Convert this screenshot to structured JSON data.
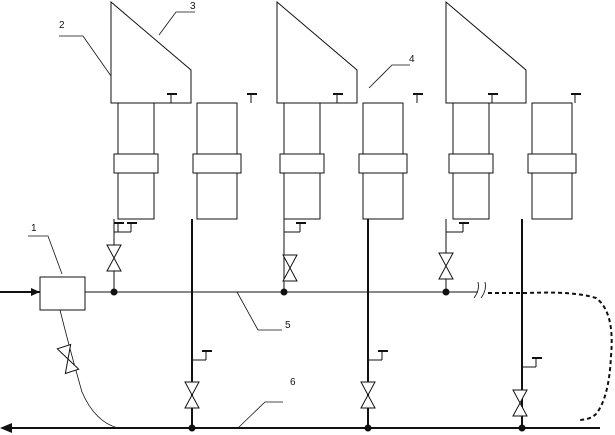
{
  "labels": {
    "l1": "1",
    "l2": "2",
    "l3": "3",
    "l4": "4",
    "l5": "5",
    "l6": "6"
  },
  "colors": {
    "line": "#111111",
    "background": "#ffffff"
  }
}
